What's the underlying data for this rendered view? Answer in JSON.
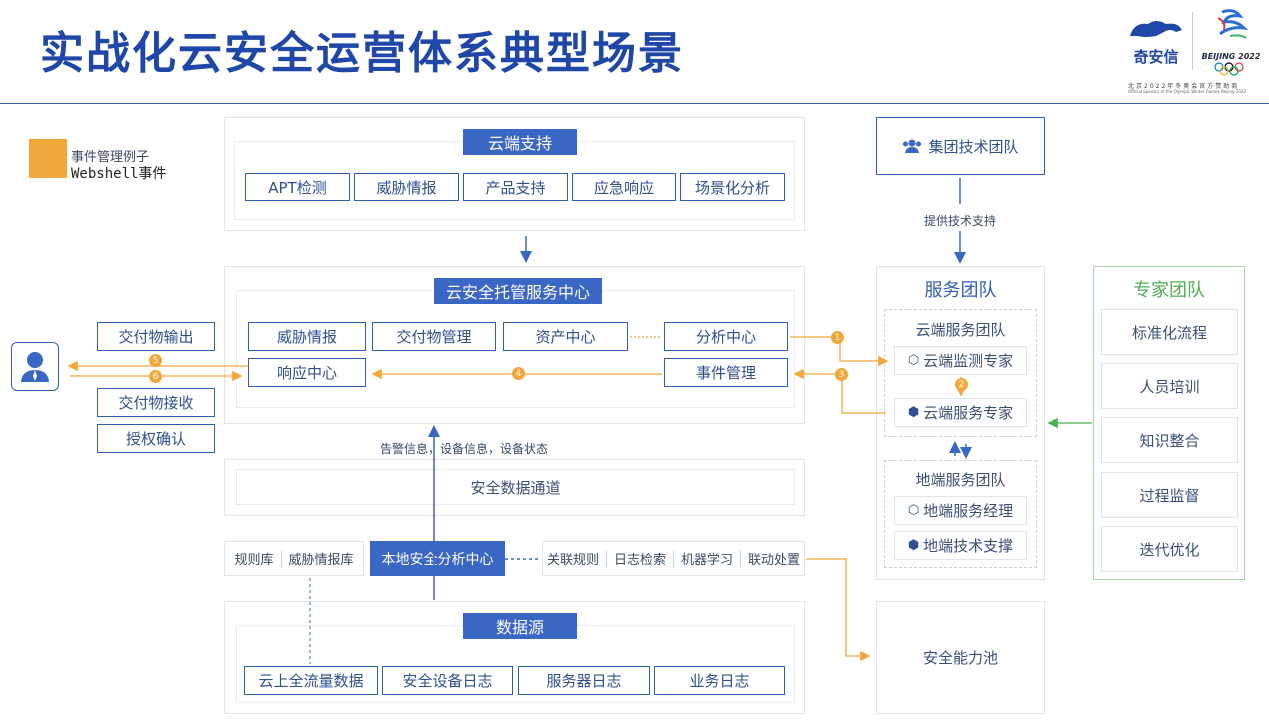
{
  "title": "实战化云安全运营体系典型场景",
  "logo": {
    "brand": "奇安信",
    "games": "BEIJING 2022",
    "sponsor_cn": "北京2022年冬奥会官方赞助商",
    "sponsor_en": "Official Sponsor of the Olympic Winter Games Beijing 2022"
  },
  "legend": {
    "line1": "事件管理例子",
    "line2": "Webshell事件",
    "color": "#f2a73b"
  },
  "cloud_support": {
    "header": "云端支持",
    "items": [
      "APT检测",
      "威胁情报",
      "产品支持",
      "应急响应",
      "场景化分析"
    ]
  },
  "center": {
    "header": "云安全托管服务中心",
    "row1": [
      "威胁情报",
      "交付物管理",
      "资产中心",
      "分析中心"
    ],
    "row2": [
      "响应中心",
      "事件管理"
    ]
  },
  "left_boxes": [
    "交付物输出",
    "交付物接收",
    "授权确认"
  ],
  "alarm_label": "告警信息，设备信息，设备状态",
  "channel": "安全数据通道",
  "local": {
    "left": [
      "规则库",
      "威胁情报库"
    ],
    "center": "本地安全分析中心",
    "right": [
      "关联规则",
      "日志检索",
      "机器学习",
      "联动处置"
    ]
  },
  "data_source": {
    "header": "数据源",
    "items": [
      "云上全流量数据",
      "安全设备日志",
      "服务器日志",
      "业务日志"
    ]
  },
  "group": {
    "title": "集团技术团队",
    "support": "提供技术支持"
  },
  "service": {
    "title": "服务团队",
    "cloud_team": "云端服务团队",
    "cloud_members": [
      "云端监测专家",
      "云端服务专家"
    ],
    "ground_team": "地端服务团队",
    "ground_members": [
      "地端服务经理",
      "地端技术支撑"
    ]
  },
  "capability_pool": "安全能力池",
  "expert": {
    "title": "专家团队",
    "items": [
      "标准化流程",
      "人员培训",
      "知识整合",
      "过程监督",
      "迭代优化"
    ]
  },
  "steps": [
    "1",
    "2",
    "3",
    "4",
    "5",
    "6"
  ],
  "colors": {
    "primary": "#3a66c4",
    "accent": "#f2a73b",
    "green": "#4caf50"
  }
}
